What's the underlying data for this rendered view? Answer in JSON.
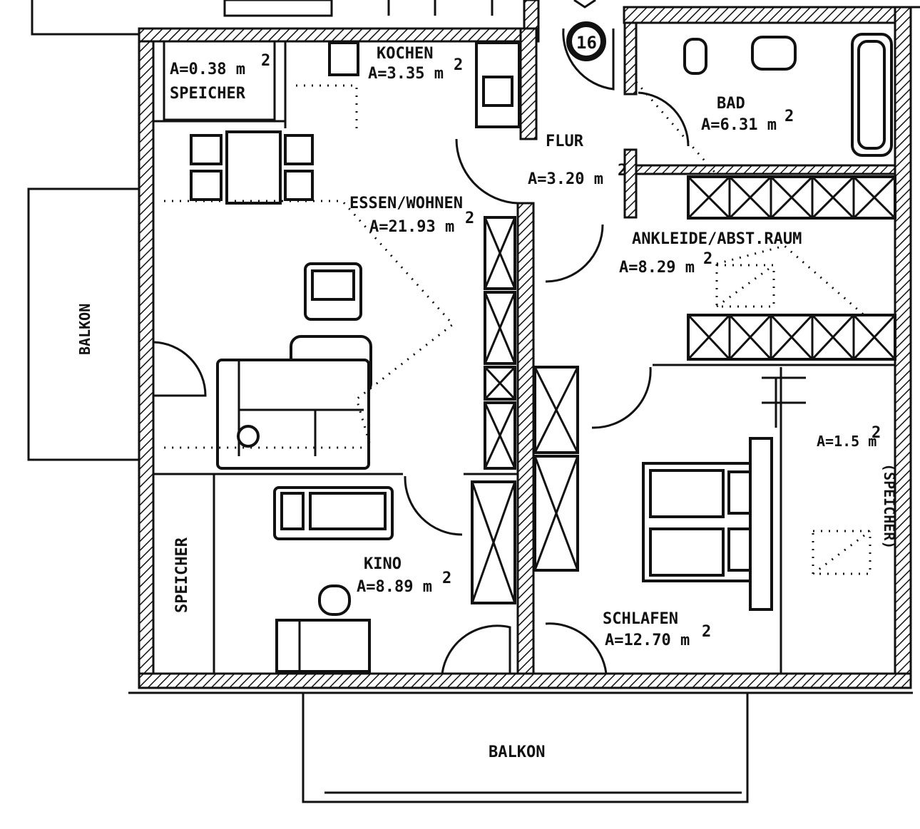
{
  "plan": {
    "stair_number": "16",
    "rooms": {
      "speicher_small": {
        "name": "SPEICHER",
        "area": "A=0.38",
        "unit": "m",
        "exp": "2"
      },
      "kochen": {
        "name": "KOCHEN",
        "area": "A=3.35",
        "unit": "m",
        "exp": "2"
      },
      "flur": {
        "name": "FLUR",
        "area": "A=3.20",
        "unit": "m",
        "exp": "2"
      },
      "bad": {
        "name": "BAD",
        "area": "A=6.31",
        "unit": "m",
        "exp": "2"
      },
      "essen_wohnen": {
        "name": "ESSEN/WOHNEN",
        "area": "A=21.93",
        "unit": "m",
        "exp": "2"
      },
      "ankleide": {
        "name": "ANKLEIDE/ABST.RAUM",
        "area": "A=8.29",
        "unit": "m",
        "exp": "2"
      },
      "kino": {
        "name": "KINO",
        "area": "A=8.89",
        "unit": "m",
        "exp": "2"
      },
      "schlafen": {
        "name": "SCHLAFEN",
        "area": "A=12.70",
        "unit": "m",
        "exp": "2"
      },
      "speicher_right": {
        "name": "(SPEICHER)",
        "area": "A=1.5",
        "unit": "m",
        "exp": "2"
      },
      "speicher_left": {
        "name": "SPEICHER"
      }
    },
    "balcony_left": "BALKON",
    "balcony_bottom": "BALKON"
  }
}
